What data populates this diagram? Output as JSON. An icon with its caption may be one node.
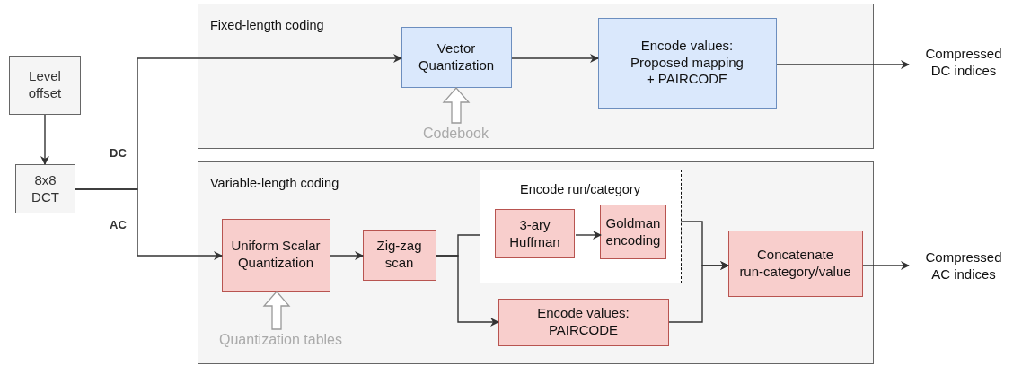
{
  "diagram": {
    "nodes": [
      {
        "text": [
          "Level offset"
        ]
      },
      {
        "text": [
          "8x8 DCT"
        ]
      },
      {
        "text": [
          "Fixed-length coding"
        ]
      },
      {
        "text": [
          "Vector Quantization"
        ],
        "in": 2
      },
      {
        "text": [
          "Encode values: Proposed mapping + PAIRCODE"
        ],
        "in": 2
      },
      {
        "text": [
          "Codebook"
        ],
        "in": 2
      },
      {
        "text": [
          "Variable-length coding"
        ]
      },
      {
        "text": [
          "Uniform Scalar Quantization"
        ],
        "in": 6
      },
      {
        "text": [
          "Quantization tables"
        ],
        "in": 6
      },
      {
        "text": [
          "Zig-zag scan"
        ],
        "in": 6
      },
      {
        "text": [
          "Encode run/category"
        ],
        "in": 6
      },
      {
        "text": [
          "3-ary Huffman"
        ],
        "in": 10
      },
      {
        "text": [
          "Goldman encoding"
        ],
        "in": 10
      },
      {
        "text": [
          "Encode values: PAIRCODE"
        ],
        "in": 6
      },
      {
        "text": [
          "Concatenate run-category/value"
        ],
        "in": 6
      },
      {
        "text": [
          "Compressed DC indices"
        ]
      },
      {
        "text": [
          "Compressed AC indices"
        ]
      }
    ],
    "edges": [
      {
        "from": 0,
        "to": 1,
        "arrow": "to"
      },
      {
        "from": 1,
        "to": 3,
        "arrow": "to"
      },
      {
        "from": 1,
        "to": 7,
        "arrow": "to"
      },
      {
        "from": 5,
        "to": 3,
        "arrow": "to",
        "style": "thick",
        "color": "#999999"
      },
      {
        "from": 3,
        "to": 4,
        "arrow": "to"
      },
      {
        "from": 4,
        "to": 15,
        "arrow": "to"
      },
      {
        "from": 8,
        "to": 7,
        "arrow": "to",
        "style": "thick",
        "color": "#999999"
      },
      {
        "from": 7,
        "to": 9,
        "arrow": "to"
      },
      {
        "from": 9,
        "to": 10,
        "arrow": "none"
      },
      {
        "from": 9,
        "to": 13,
        "arrow": "to"
      },
      {
        "from": 11,
        "to": 12,
        "arrow": "to"
      },
      {
        "from": 10,
        "to": 14,
        "arrow": "to"
      },
      {
        "from": 13,
        "to": 14,
        "arrow": "to"
      },
      {
        "from": 14,
        "to": 16,
        "arrow": "to"
      }
    ],
    "labels": [
      "DC",
      "AC"
    ]
  }
}
